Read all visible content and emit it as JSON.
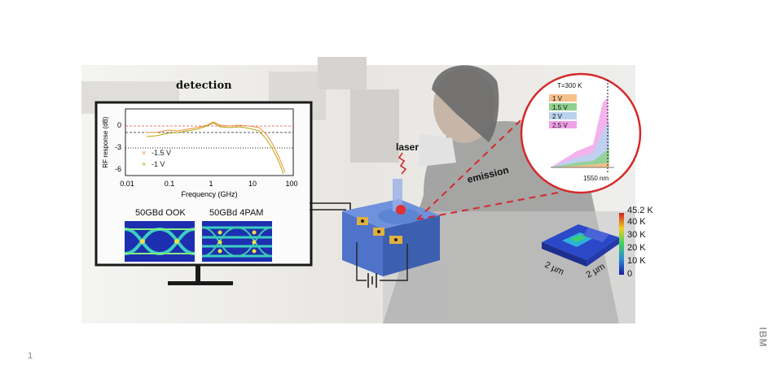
{
  "slide": {
    "number": "1",
    "logo": "IBM"
  },
  "detection": {
    "title": "detection",
    "rf_plot": {
      "ylabel": "RF response (dB)",
      "xlabel": "Frequency (GHz)",
      "yticks": [
        "0",
        "-3",
        "-6"
      ],
      "xticks": [
        "0.01",
        "0.1",
        "1",
        "10",
        "100"
      ],
      "legend": [
        {
          "label": "-1.5 V",
          "color": "#f08c3c"
        },
        {
          "label": "-1 V",
          "color": "#c9b800"
        }
      ]
    },
    "eye1_label": "50GBd OOK",
    "eye2_label": "50GBd 4PAM"
  },
  "laser_label": "laser",
  "emission": {
    "title": "emission",
    "temperature": "T=300 K",
    "wavelength_marker": "1550 nm",
    "legend": [
      {
        "label": "1 V",
        "color": "#f5c08a"
      },
      {
        "label": "1.5 V",
        "color": "#8fd18f"
      },
      {
        "label": "2 V",
        "color": "#b9d3ef"
      },
      {
        "label": "2.5 V",
        "color": "#f0a0e8"
      }
    ]
  },
  "thermal_map": {
    "colorbar_ticks": [
      "45.2 K",
      "40 K",
      "30 K",
      "20 K",
      "10 K",
      "0"
    ],
    "axis_x": "2 µm",
    "axis_y": "2 µm"
  },
  "colors": {
    "accent_red": "#d42a2a",
    "frame": "#1a1a1a"
  }
}
